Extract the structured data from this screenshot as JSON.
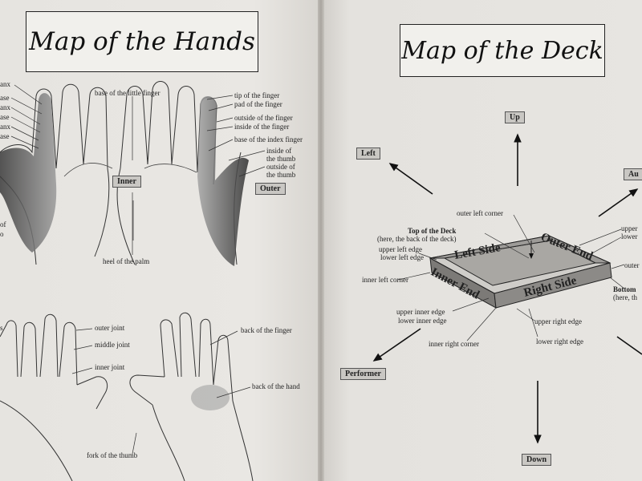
{
  "left_page": {
    "title": "Map of the Hands",
    "palm_labels": {
      "base_little": "base of the little finger",
      "tip": "tip of the finger",
      "pad": "pad of the finger",
      "outside": "outside of the finger",
      "inside": "inside of the finger",
      "base_index": "base of the index finger",
      "inside_thumb_1": "inside of",
      "inside_thumb_2": "the thumb",
      "outside_thumb_1": "outside of",
      "outside_thumb_2": "the thumb",
      "heel": "heel of the palm",
      "cut_1": "anx",
      "cut_2": "ase",
      "cut_3": "anx",
      "cut_4": "ase",
      "cut_5": "anx",
      "cut_6": "ase",
      "cut_7": "of",
      "cut_8": "o"
    },
    "tags": {
      "inner": "Inner",
      "outer": "Outer"
    },
    "back_labels": {
      "outer_joint": "outer joint",
      "middle_joint": "middle joint",
      "inner_joint": "inner joint",
      "back_finger": "back of the finger",
      "back_hand": "back of the hand",
      "fork": "fork of the thumb",
      "cut_s": "s"
    }
  },
  "right_page": {
    "title": "Map of the Deck",
    "directions": {
      "up": "Up",
      "left": "Left",
      "down": "Down",
      "performer": "Performer",
      "away_cut": "Au"
    },
    "deck_faces": {
      "left_side": "Left Side",
      "outer_end": "Outer End",
      "inner_end": "Inner End",
      "right_side": "Right Side"
    },
    "labels": {
      "outer_left_corner": "outer left corner",
      "top_deck": "Top of the Deck",
      "top_deck_note": "(here, the back of the deck)",
      "upper_left_edge": "upper left edge",
      "lower_left_edge": "lower left edge",
      "inner_left_corner": "inner left corner",
      "upper_inner_edge": "upper inner edge",
      "lower_inner_edge": "lower inner edge",
      "inner_right_corner": "inner right corner",
      "upper_right_edge": "upper right edge",
      "lower_right_edge": "lower right edge",
      "upper_cut": "upper",
      "lower_cut": "lower",
      "outer_cut": "outer",
      "bottom_cut": "Bottom",
      "bottom_note_cut": "(here, th"
    }
  }
}
